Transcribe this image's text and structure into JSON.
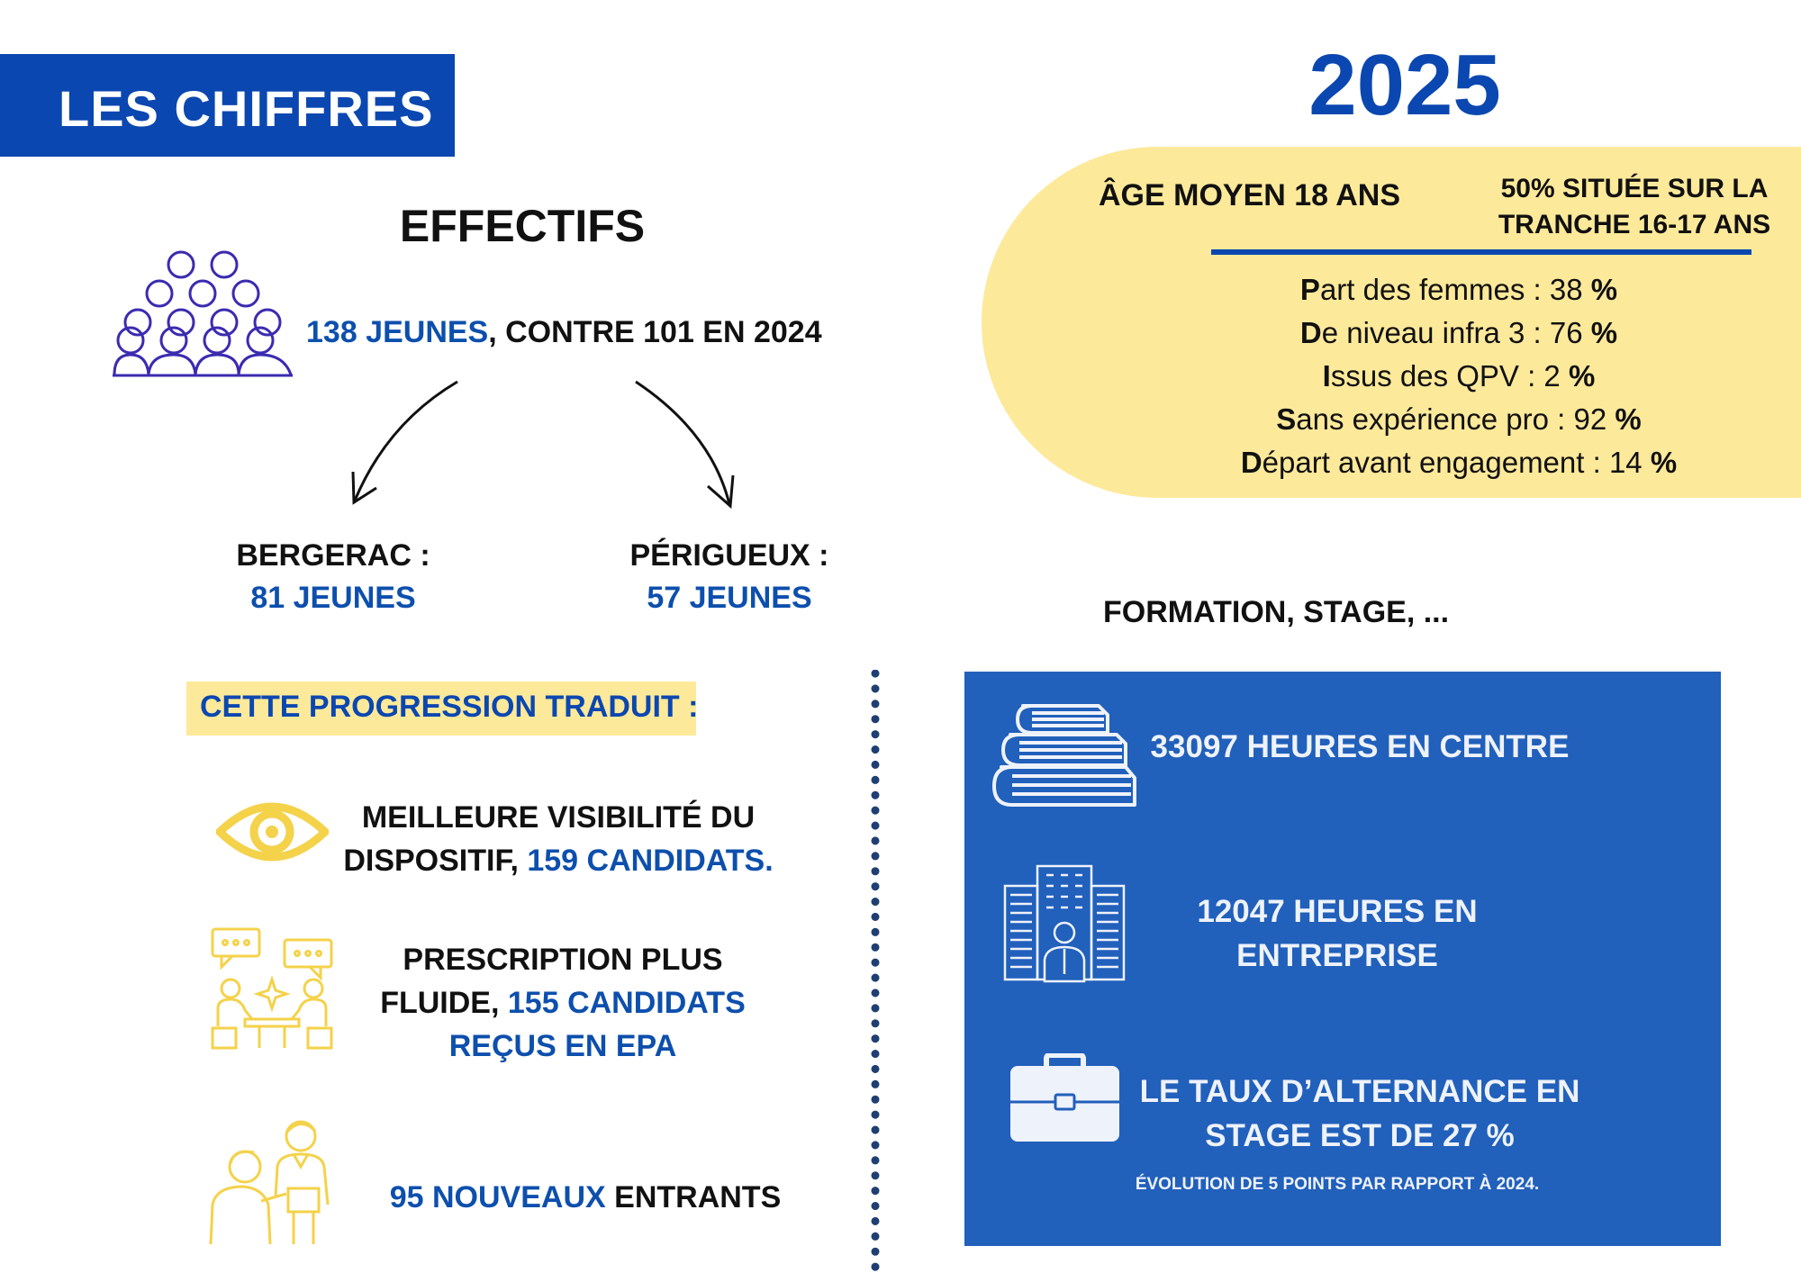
{
  "header": {
    "title": "LES CHIFFRES"
  },
  "year": "2025",
  "profile": {
    "age": "ÂGE MOYEN 18 ANS",
    "half_line1": "50% SITUÉE SUR LA",
    "half_line2": "TRANCHE 16-17 ANS",
    "stats": [
      {
        "initial": "P",
        "rest": "art des femmes : 38 ",
        "pct": "%"
      },
      {
        "initial": "D",
        "rest": "e niveau infra 3 : 76 ",
        "pct": "%"
      },
      {
        "initial": "I",
        "rest": "ssus des QPV : 2 ",
        "pct": "%"
      },
      {
        "initial": "S",
        "rest": "ans expérience pro : 92 ",
        "pct": "%"
      },
      {
        "initial": "D",
        "rest": "épart avant engagement : 14 ",
        "pct": "%"
      }
    ]
  },
  "effectifs": {
    "title": "EFFECTIFS",
    "count": "138 JEUNES",
    "compare": ", CONTRE 101 EN 2024",
    "bergerac_label": "BERGERAC :",
    "bergerac_value": "81 JEUNES",
    "perigueux_label": "PÉRIGUEUX :",
    "perigueux_value": "57 JEUNES"
  },
  "progression": {
    "title": "CETTE PROGRESSION TRADUIT :",
    "item1_line1": "MEILLEURE VISIBILITÉ DU",
    "item1_line2a": "DISPOSITIF, ",
    "item1_line2b": "159 CANDIDATS.",
    "item2_line1": "PRESCRIPTION PLUS",
    "item2_line2a": "FLUIDE, ",
    "item2_line2b": "155 CANDIDATS",
    "item2_line3": "REÇUS EN EPA",
    "item3_a": "95 NOUVEAUX",
    "item3_b": " ENTRANTS"
  },
  "formation": {
    "title": "FORMATION, STAGE, ...",
    "hours_centre": "33097 HEURES EN CENTRE",
    "hours_company_1": "12047 HEURES EN",
    "hours_company_2": "ENTREPRISE",
    "alternance_1": "LE TAUX D’ALTERNANCE EN",
    "alternance_2": "STAGE EST DE 27 %",
    "evolution": "ÉVOLUTION DE 5 POINTS PAR RAPPORT À 2024."
  },
  "icons": [
    "people-group-icon",
    "curved-arrow-left-icon",
    "curved-arrow-right-icon",
    "eye-icon",
    "meeting-icon",
    "interview-icon",
    "books-icon",
    "office-building-icon",
    "briefcase-icon"
  ],
  "colors": {
    "blue": "#0b47b0",
    "yellow": "#fde99a",
    "box_blue": "#2160bb",
    "icon_yellow": "#f4d24a",
    "icon_purple": "#3b2bb0"
  }
}
